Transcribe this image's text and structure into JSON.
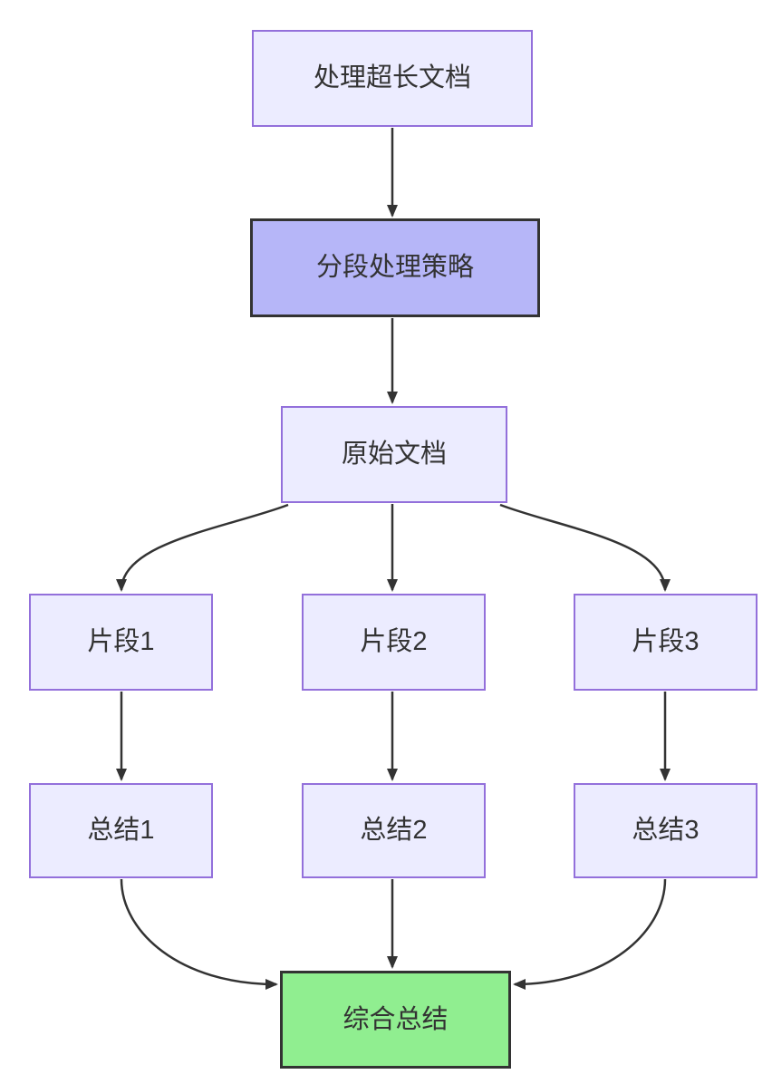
{
  "diagram": {
    "type": "flowchart",
    "direction": "top-down",
    "colors": {
      "node_fill": "#ECECFF",
      "node_border": "#9370DB",
      "strategy_fill": "#B6B6F8",
      "strategy_border": "#333333",
      "result_fill": "#90EE90",
      "result_border": "#333333",
      "edge": "#333333",
      "text": "#333333",
      "background": "#FFFFFF"
    },
    "nodes": [
      {
        "id": "doc",
        "label": "处理超长文档",
        "style": "default"
      },
      {
        "id": "strategy",
        "label": "分段处理策略",
        "style": "emphasis"
      },
      {
        "id": "original",
        "label": "原始文档",
        "style": "default"
      },
      {
        "id": "chunk1",
        "label": "片段1",
        "style": "default"
      },
      {
        "id": "chunk2",
        "label": "片段2",
        "style": "default"
      },
      {
        "id": "chunk3",
        "label": "片段3",
        "style": "default"
      },
      {
        "id": "summary1",
        "label": "总结1",
        "style": "default"
      },
      {
        "id": "summary2",
        "label": "总结2",
        "style": "default"
      },
      {
        "id": "summary3",
        "label": "总结3",
        "style": "default"
      },
      {
        "id": "final",
        "label": "综合总结",
        "style": "result"
      }
    ],
    "edges": [
      {
        "from": "doc",
        "to": "strategy"
      },
      {
        "from": "strategy",
        "to": "original"
      },
      {
        "from": "original",
        "to": "chunk1"
      },
      {
        "from": "original",
        "to": "chunk2"
      },
      {
        "from": "original",
        "to": "chunk3"
      },
      {
        "from": "chunk1",
        "to": "summary1"
      },
      {
        "from": "chunk2",
        "to": "summary2"
      },
      {
        "from": "chunk3",
        "to": "summary3"
      },
      {
        "from": "summary1",
        "to": "final"
      },
      {
        "from": "summary2",
        "to": "final"
      },
      {
        "from": "summary3",
        "to": "final"
      }
    ]
  }
}
